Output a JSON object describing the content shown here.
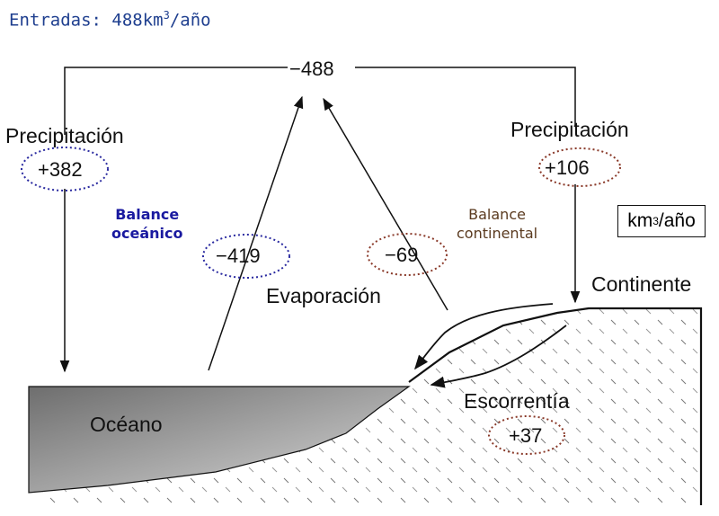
{
  "header": {
    "prefix": "Entradas: 488km",
    "exp": "3",
    "suffix": "/año"
  },
  "top_total": "−488",
  "precip_ocean": {
    "label": "Precipitación",
    "value": "+382"
  },
  "precip_land": {
    "label": "Precipitación",
    "value": "+106"
  },
  "evap_ocean": {
    "value": "−419"
  },
  "evap_land": {
    "value": "−69"
  },
  "evaporation_label": "Evaporación",
  "balance_ocean": {
    "line1": "Balance",
    "line2": "oceánico"
  },
  "balance_land": {
    "line1": "Balance",
    "line2": "continental"
  },
  "units": {
    "base": "km",
    "exp": "3",
    "suffix": "/año"
  },
  "continent_label": "Continente",
  "ocean_label": "Océano",
  "runoff": {
    "label": "Escorrentía",
    "value": "+37"
  },
  "colors": {
    "title": "#1f3f8f",
    "ocean_ellipse": "#2a2aa0",
    "land_ellipse": "#8a3a2a",
    "ocean_bal_text": "#1a1aa0",
    "land_bal_text": "#5a3a1f"
  }
}
